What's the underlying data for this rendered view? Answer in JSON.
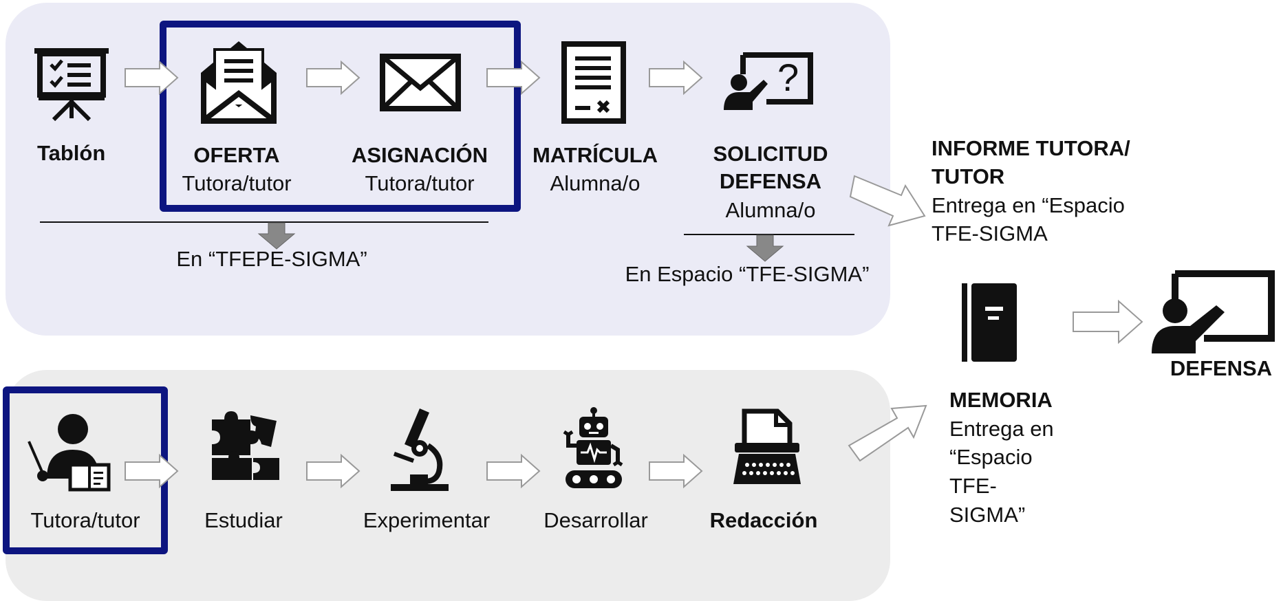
{
  "top_flow": {
    "steps": [
      {
        "icon": "presentation-board-icon",
        "title": "Tablón",
        "subtitle": ""
      },
      {
        "icon": "open-envelope-icon",
        "title": "OFERTA",
        "subtitle": "Tutora/tutor"
      },
      {
        "icon": "envelope-icon",
        "title": "ASIGNACIÓN",
        "subtitle": "Tutora/tutor"
      },
      {
        "icon": "document-icon",
        "title": "MATRÍCULA",
        "subtitle": "Alumna/o"
      },
      {
        "icon": "teacher-question-icon",
        "title": "SOLICITUD DEFENSA",
        "title_line1": "SOLICITUD",
        "title_line2": "DEFENSA",
        "subtitle": "Alumna/o"
      }
    ],
    "note_left": "En “TFEPE-SIGMA”",
    "note_right": "En Espacio “TFE-SIGMA”"
  },
  "bottom_flow": {
    "steps": [
      {
        "icon": "teacher-book-icon",
        "title": "Tutora/tutor"
      },
      {
        "icon": "puzzle-icon",
        "title": "Estudiar"
      },
      {
        "icon": "microscope-icon",
        "title": "Experimentar"
      },
      {
        "icon": "robot-icon",
        "title": "Desarrollar"
      },
      {
        "icon": "typewriter-icon",
        "title": "Redacción"
      }
    ]
  },
  "informe": {
    "title_line1": "INFORME TUTORA/",
    "title_line2": "TUTOR",
    "text_line1": "Entrega en “Espacio",
    "text_line2": "TFE-SIGMA"
  },
  "memoria": {
    "icon": "book-icon",
    "title": "MEMORIA",
    "text_lines": [
      "Entrega en",
      "“Espacio",
      "TFE-",
      "SIGMA”"
    ]
  },
  "defensa": {
    "icon": "presenter-board-icon",
    "title": "DEFENSA"
  },
  "colors": {
    "highlight_frame": "#0d1580",
    "panel_top": "#ebebf6",
    "panel_bottom": "#ececec",
    "arrow_fill": "#ffffff",
    "arrow_stroke": "#999999",
    "down_arrow": "#888888"
  }
}
